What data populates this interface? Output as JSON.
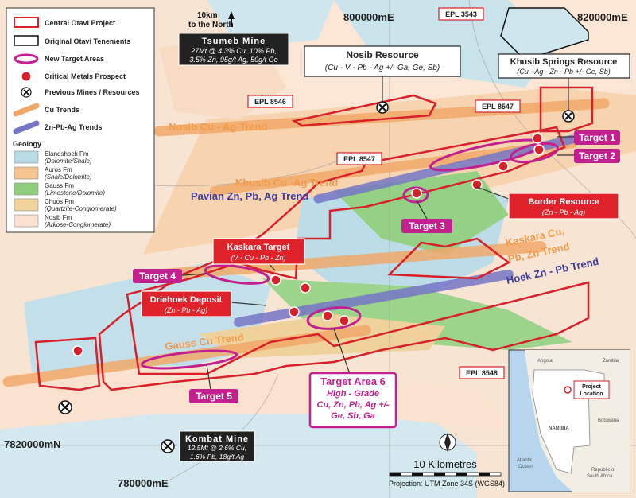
{
  "legend": {
    "items": [
      {
        "label": "Central Otavi Project",
        "symbol": "red-outline"
      },
      {
        "label": "Original Otavi Tenements",
        "symbol": "black-outline"
      },
      {
        "label": "New Target Areas",
        "symbol": "magenta-ellipse"
      },
      {
        "label": "Critical Metals Prospect",
        "symbol": "red-pin"
      },
      {
        "label": "Previous Mines / Resources",
        "symbol": "mine-symbol"
      },
      {
        "label": "Cu Trends",
        "symbol": "orange-band"
      },
      {
        "label": "Zn-Pb-Ag Trends",
        "symbol": "purple-band"
      }
    ],
    "geology_title": "Geology",
    "geology": [
      {
        "name": "Elandshoek Fm",
        "desc": "(Dolomite/Shale)",
        "color": "#b9dbe6"
      },
      {
        "name": "Auros Fm",
        "desc": "(Shale/Dolomite)",
        "color": "#f6c48f"
      },
      {
        "name": "Gauss Fm",
        "desc": "(Limestone/Dolomite)",
        "color": "#8fcf7c"
      },
      {
        "name": "Chuos Fm",
        "desc": "(Quartzite-Conglomerate)",
        "color": "#f0d29a"
      },
      {
        "name": "Nosib Fm",
        "desc": "(Arkose-Conglomerate)",
        "color": "#fbe1cf"
      }
    ]
  },
  "north": {
    "line1": "10km",
    "line2": "to the North"
  },
  "grid": {
    "e800": "800000mE",
    "e820": "820000mE",
    "e780": "780000mE",
    "n7820": "7820000mN"
  },
  "tsumeb": {
    "title": "Tsumeb Mine",
    "line1": "27Mt @ 4.3% Cu, 10% Pb,",
    "line2": "3.5% Zn, 95g/t Ag, 50g/t Ge"
  },
  "kombat": {
    "title": "Kombat Mine",
    "line1": "12.5Mt @ 2.6% Cu,",
    "line2": "1.6% Pb, 18g/t Ag"
  },
  "nosib_res": {
    "title": "Nosib Resource",
    "sub": "(Cu - V - Pb - Ag +/- Ga, Ge, Sb)"
  },
  "khusib_res": {
    "title": "Khusib Springs Resource",
    "sub": "(Cu - Ag - Zn - Pb +/- Ge, Sb)"
  },
  "border_res": {
    "title": "Border Resource",
    "sub": "(Zn - Pb - Ag)"
  },
  "kaskara_t": {
    "title": "Kaskara Target",
    "sub": "(V - Cu - Pb - Zn)"
  },
  "driehoek": {
    "title": "Driehoek Deposit",
    "sub": "(Zn - Pb - Ag)"
  },
  "epl": {
    "e3543": "EPL 3543",
    "e8546": "EPL 8546",
    "e8547a": "EPL 8547",
    "e8547b": "EPL 8547",
    "e8548": "EPL 8548"
  },
  "targets": {
    "t1": "Target 1",
    "t2": "Target 2",
    "t3": "Target 3",
    "t4": "Target 4",
    "t5": "Target 5"
  },
  "target6": {
    "title": "Target Area 6",
    "l1": "High - Grade",
    "l2": "Cu, Zn, Pb, Ag +/-",
    "l3": "Ge, Sb, Ga"
  },
  "trends": {
    "nosib": "Nosib Cu - Ag Trend",
    "khusib": "Khusib Cu -Ag Trend",
    "pavian": "Pavian Zn, Pb, Ag Trend",
    "kaskara1": "Kaskara Cu,",
    "kaskara2": "Pb, Zn Trend",
    "hoek": "Hoek Zn - Pb Trend",
    "gauss": "Gauss Cu Trend"
  },
  "scale": {
    "label": "10 Kilometres",
    "projection": "Projection: UTM Zone 34S (WGS84)"
  },
  "inset": {
    "project1": "Project",
    "project2": "Location",
    "angola": "Angola",
    "zambia": "Zambia",
    "namibia": "NAMIBIA",
    "botswana": "Botswana",
    "atlantic1": "Atlantic",
    "atlantic2": "Ocean",
    "rsa1": "Republic of",
    "rsa2": "South Africa"
  },
  "colors": {
    "tenement": "#d7202a",
    "target": "#c2208f",
    "cu_trend": "#f0a868",
    "zn_trend": "#6f6fbf",
    "label_box": "#e0232b"
  }
}
